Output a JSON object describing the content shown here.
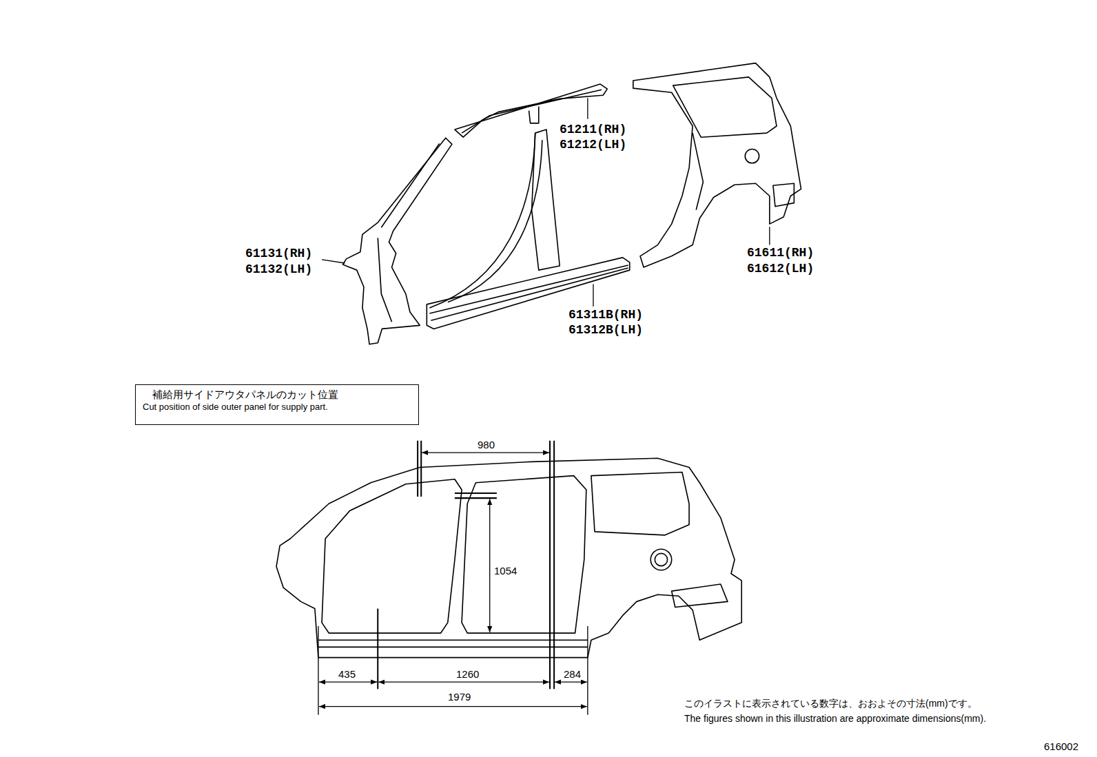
{
  "diagram": {
    "nodes": [
      {
        "text": [
          "補給用サイドアウタパネルのカット位置",
          "Cut position of side outer panel for supply part."
        ]
      }
    ],
    "labels": [
      "61211(RH)",
      "61212(LH)",
      "61131(RH)",
      "61132(LH)",
      "61611(RH)",
      "61612(LH)",
      "61311B(RH)",
      "61312B(LH)",
      "980",
      "1054",
      "435",
      "1260",
      "284",
      "1979",
      "このイラストに表示されている数字は、おおよその寸法(mm)です。",
      "The figures shown in this illustration are approximate dimensions(mm).",
      "616002"
    ]
  }
}
